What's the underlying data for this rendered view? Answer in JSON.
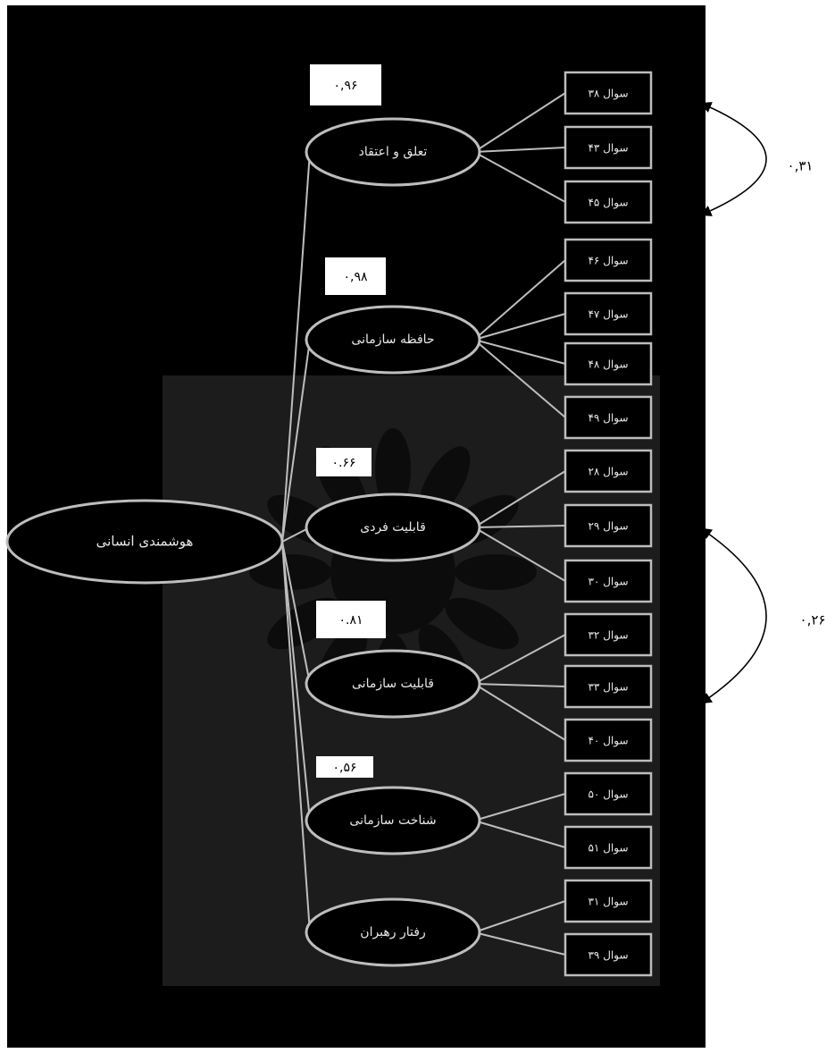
{
  "diagram": {
    "root": {
      "label": "هوشمندی انسانی"
    },
    "factors": [
      {
        "label": "تعلق و اعتقاد",
        "loading": "۰,۹۶",
        "items": [
          "سوال ۳۸",
          "سوال ۴۳",
          "سوال ۴۵"
        ]
      },
      {
        "label": "حافظه سازمانی",
        "loading": "۰,۹۸",
        "items": [
          "سوال ۴۶",
          "سوال ۴۷",
          "سوال ۴۸",
          "سوال ۴۹"
        ]
      },
      {
        "label": "قابلیت فردی",
        "loading": "۰.۶۶",
        "items": [
          "سوال ۲۸",
          "سوال ۲۹",
          "سوال ۳۰"
        ]
      },
      {
        "label": "قابلیت سازمانی",
        "loading": "۰.۸۱",
        "items": [
          "سوال ۳۲",
          "سوال ۳۳",
          "سوال ۴۰"
        ]
      },
      {
        "label": "شناخت سازمانی",
        "loading": "۰,۵۶",
        "items": [
          "سوال ۵۰",
          "سوال ۵۱"
        ]
      },
      {
        "label": "رفتار رهبران",
        "loading": "",
        "items": [
          "سوال ۳۱",
          "سوال ۳۹"
        ]
      }
    ],
    "covariances": [
      {
        "label": "۰,۳۱"
      },
      {
        "label": "۰,۲۶"
      }
    ],
    "colors": {
      "background": "#000000",
      "page": "#ffffff",
      "stroke": "#bdbdbd",
      "text": "#e8e8e8",
      "watermark_panel": "#1c1c1c",
      "label_box": "#ffffff"
    }
  }
}
